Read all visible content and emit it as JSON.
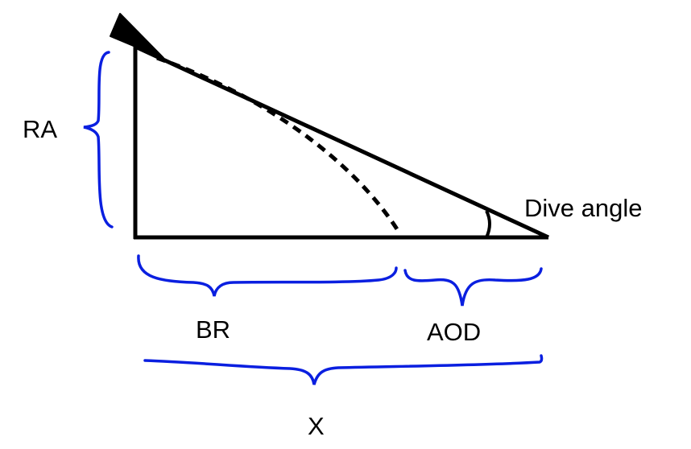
{
  "labels": {
    "ra": "RA",
    "dive_angle": "Dive angle",
    "br": "BR",
    "aod": "AOD",
    "x": "X"
  },
  "colors": {
    "lines": "#000000",
    "braces": "#0a1fe0",
    "text": "#000000"
  },
  "icons": {
    "aircraft": "aircraft-wedge-icon"
  }
}
